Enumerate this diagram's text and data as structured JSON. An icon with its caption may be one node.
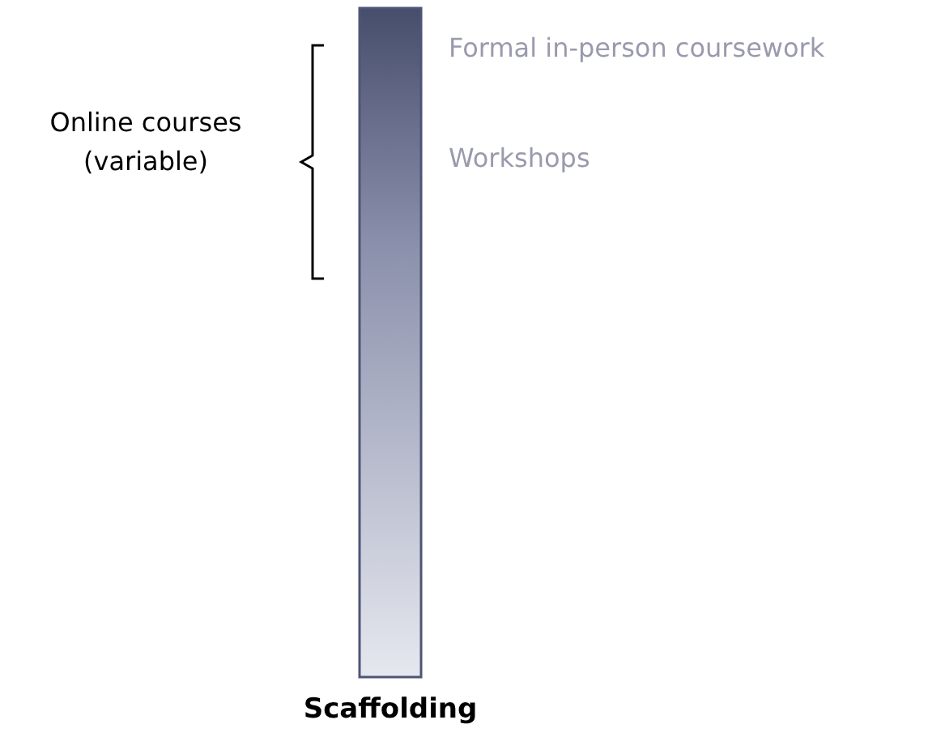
{
  "diagram": {
    "nodes": [
      {
        "text": [
          "Scaffolding"
        ]
      }
    ],
    "labels": [
      "Formal in-person coursework",
      "Workshops",
      "Online courses (variable)"
    ]
  }
}
